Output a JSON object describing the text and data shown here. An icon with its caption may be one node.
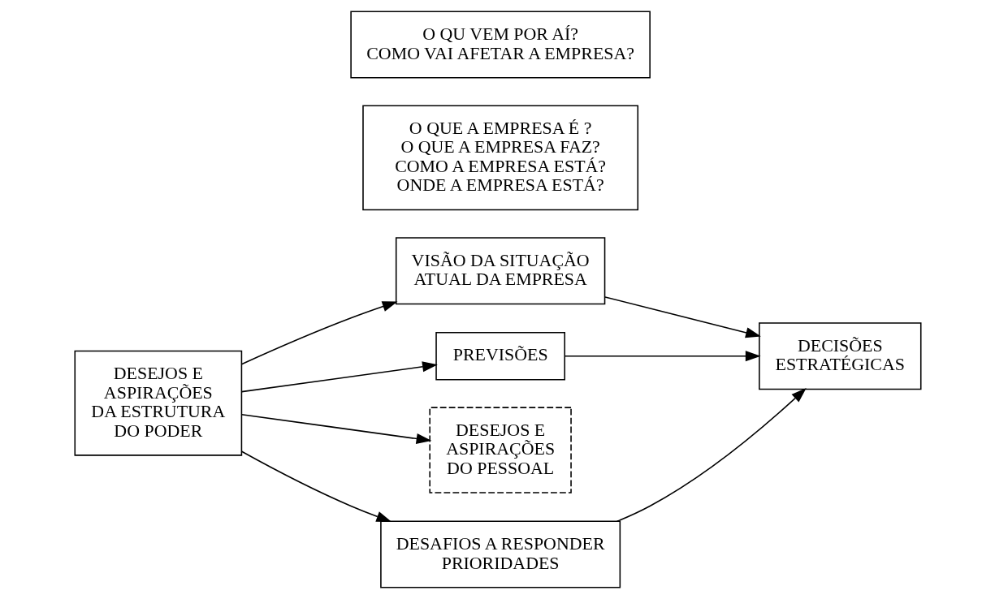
{
  "diagram": {
    "nodes": [
      {
        "text": [
          "DESEJOS E ASPIRAÇÕES DA ESTRUTURA DO PODER"
        ]
      },
      {
        "text": [
          "VISÃO DA SITUAÇÃO ATUAL DA EMPRESA"
        ]
      },
      {
        "text": [
          "O QUE A EMPRESA É ?",
          "O QUE A EMPRESA FAZ?",
          "COMO A EMPRESA ESTÁ?",
          "ONDE A EMPRESA ESTÁ?"
        ]
      },
      {
        "text": [
          "PREVISÕES"
        ]
      },
      {
        "text": [
          "O QU VEM POR AÍ?",
          "COMO VAI AFETAR A EMPRESA?"
        ]
      },
      {
        "text": [
          "DESEJOS E ASPIRAÇÕES DO PESSOAL"
        ]
      },
      {
        "text": [
          "DESAFIOS A RESPONDER",
          "PRIORIDADES"
        ]
      },
      {
        "text": [
          "DECISÕES ESTRATÉGICAS"
        ]
      }
    ],
    "edges": [
      {
        "from": 0,
        "to": 1,
        "arrow": "to"
      },
      {
        "from": 0,
        "to": 3,
        "arrow": "to"
      },
      {
        "from": 0,
        "to": 5,
        "arrow": "to"
      },
      {
        "from": 0,
        "to": 6,
        "arrow": "to"
      },
      {
        "from": 1,
        "to": 7,
        "arrow": "to"
      },
      {
        "from": 3,
        "to": 7,
        "arrow": "to"
      },
      {
        "from": 6,
        "to": 7,
        "arrow": "to"
      }
    ]
  }
}
